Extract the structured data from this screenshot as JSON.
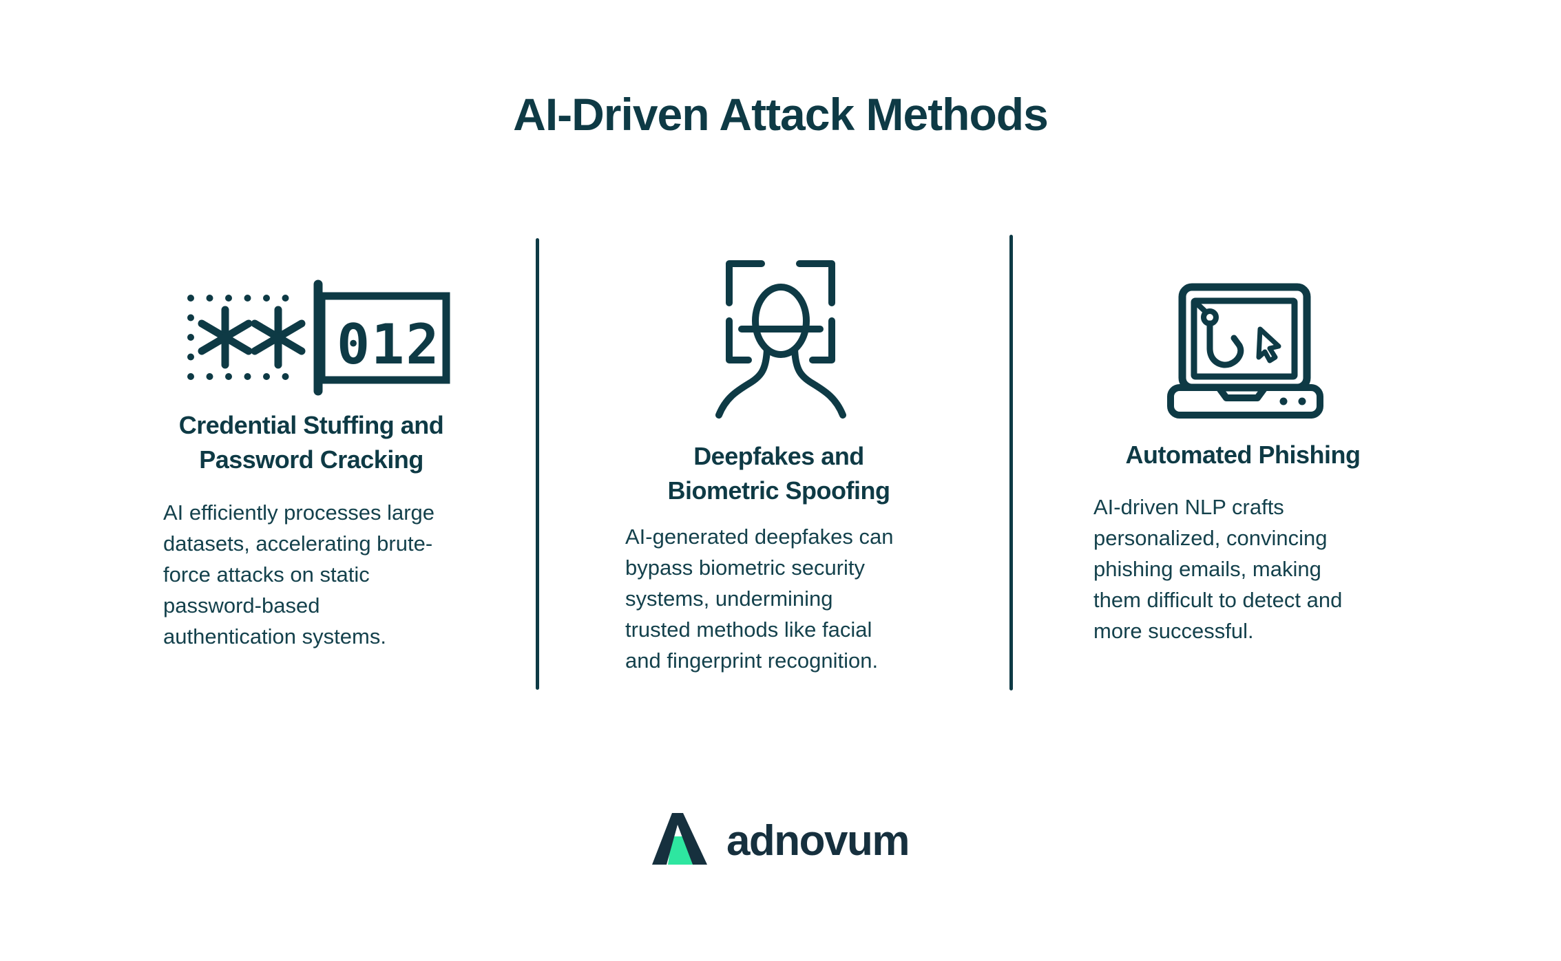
{
  "title": "AI-Driven Attack Methods",
  "colors": {
    "ink": "#0e3a45",
    "body_text": "#14414c",
    "logo_navy": "#16303e",
    "logo_green": "#2ee6a0",
    "background": "#ffffff"
  },
  "columns": [
    {
      "icon": "password-cracking-icon",
      "icon_text": "012",
      "heading": "Credential Stuffing and\nPassword Cracking",
      "body": "AI efficiently processes large\ndatasets, accelerating brute-\nforce attacks on static\npassword-based\nauthentication systems."
    },
    {
      "icon": "face-scan-icon",
      "heading": "Deepfakes and\nBiometric Spoofing",
      "body": "AI-generated deepfakes can\nbypass biometric security\nsystems, undermining\ntrusted methods like facial\nand fingerprint recognition."
    },
    {
      "icon": "phishing-laptop-icon",
      "heading": "Automated Phishing",
      "body": "AI-driven NLP crafts\npersonalized, convincing\nphishing emails, making\nthem difficult to detect and\nmore successful."
    }
  ],
  "logo": {
    "text": "adnovum"
  }
}
